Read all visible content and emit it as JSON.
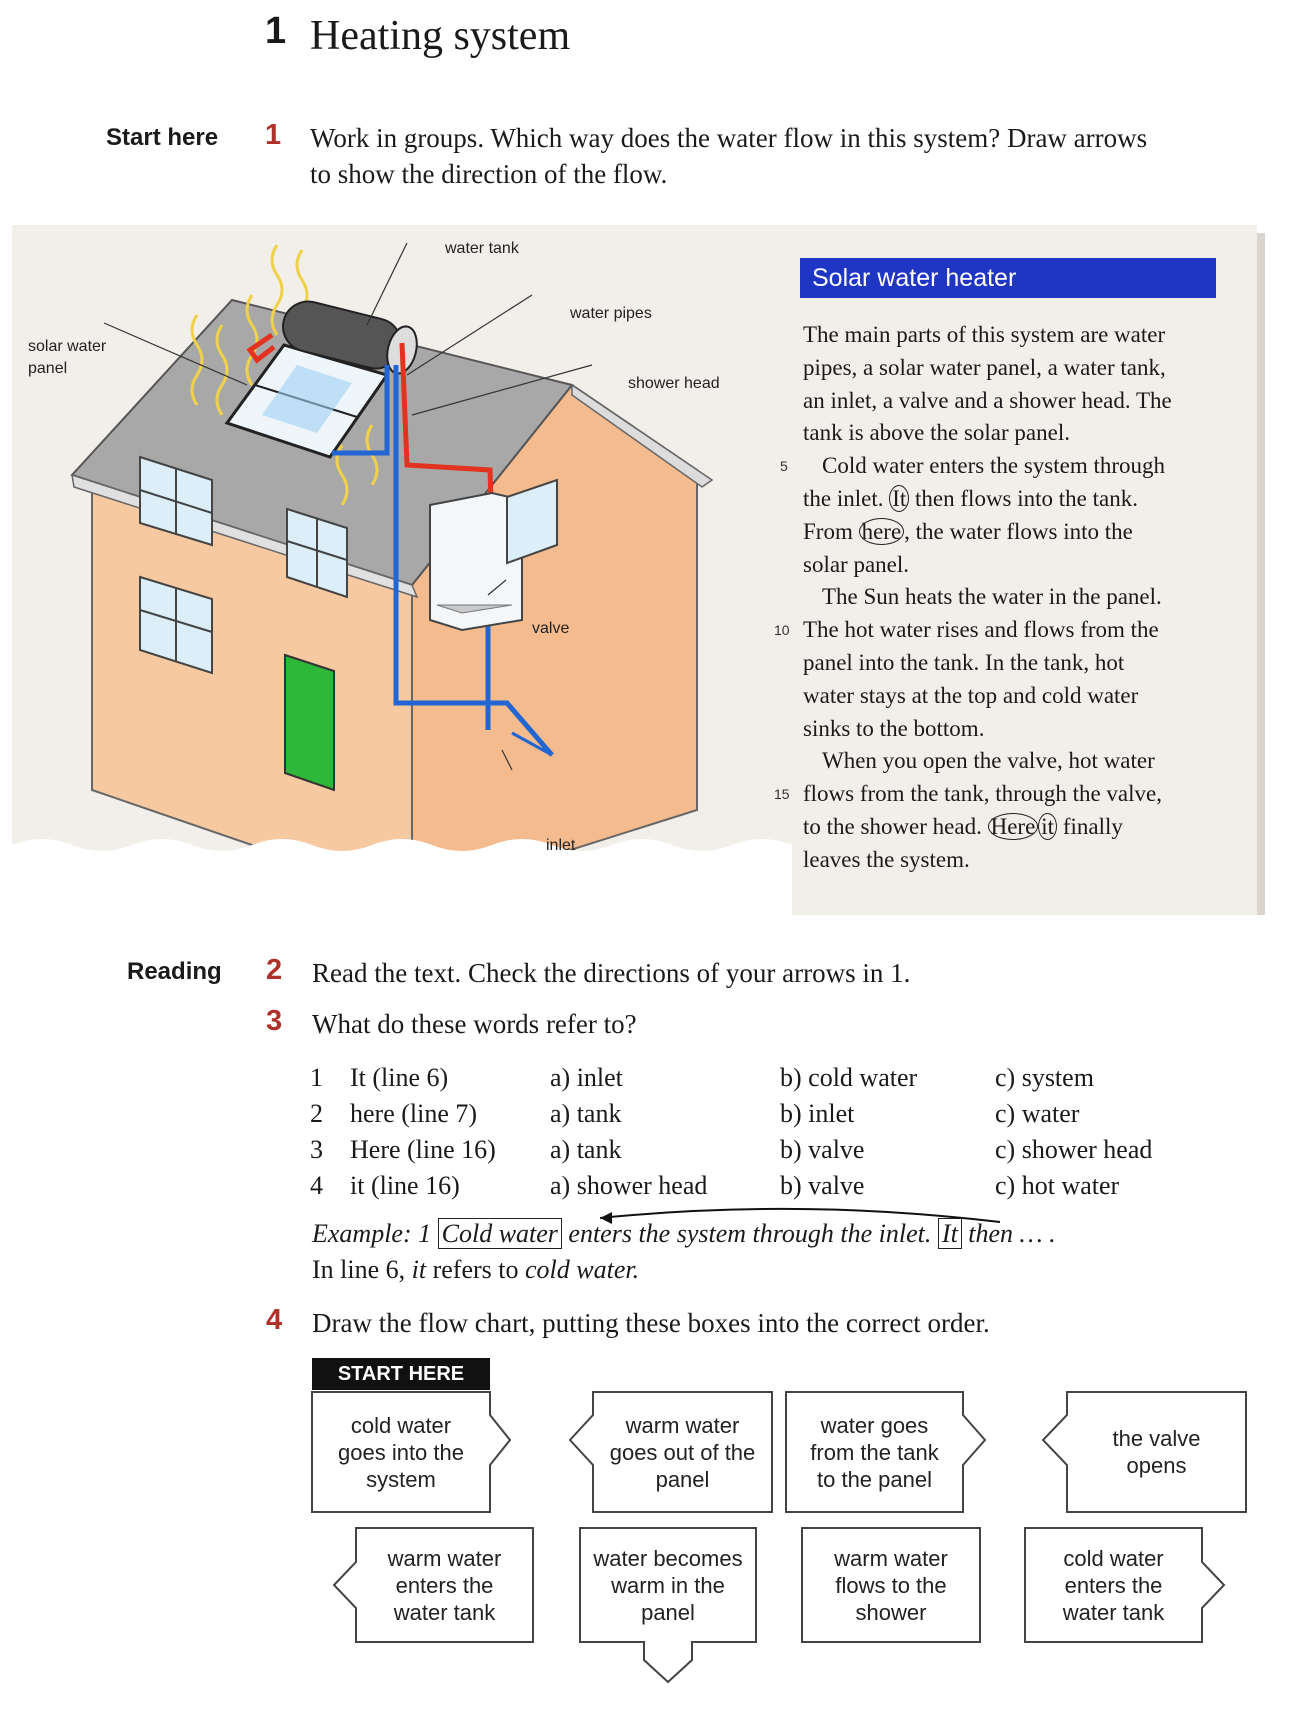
{
  "unit": {
    "number": "1",
    "title": "Heating system"
  },
  "sections": {
    "start_here": "Start here",
    "reading": "Reading"
  },
  "q1": {
    "num": "1",
    "line1": "Work in groups. Which way does the water flow in this system? Draw arrows",
    "line2": "to show the direction of the flow."
  },
  "diagram_labels": {
    "water_tank": "water tank",
    "water_pipes": "water pipes",
    "shower_head": "shower head",
    "solar_panel_1": "solar water",
    "solar_panel_2": "panel",
    "valve": "valve",
    "inlet": "inlet"
  },
  "reading_box": {
    "heading": "Solar water heater",
    "lines": [
      {
        "no": "",
        "text": "The main parts of this system are water"
      },
      {
        "no": "",
        "text": "pipes, a solar water panel, a water tank,"
      },
      {
        "no": "",
        "text": "an inlet, a valve and a shower head. The"
      },
      {
        "no": "",
        "text": "tank is above the solar panel."
      },
      {
        "no": "5",
        "text": "Cold water enters the system through"
      },
      {
        "no": "",
        "pre": "the inlet. ",
        "c1": "It",
        "post": " then flows into the tank."
      },
      {
        "no": "",
        "pre": "From ",
        "c1": "here",
        "post": ", the water flows into the"
      },
      {
        "no": "",
        "text": "solar panel."
      },
      {
        "no": "",
        "text": "The Sun heats the water in the panel."
      },
      {
        "no": "10",
        "text": "The hot water rises and flows from the"
      },
      {
        "no": "",
        "text": "panel into the tank. In the tank, hot"
      },
      {
        "no": "",
        "text": "water stays at the top and cold water"
      },
      {
        "no": "",
        "text": "sinks to the bottom."
      },
      {
        "no": "",
        "text": "When you open the valve, hot water"
      },
      {
        "no": "15",
        "text": "flows from the tank, through the valve,"
      },
      {
        "no": "",
        "pre": "to the shower head. ",
        "c1": "Here",
        "c2": "it",
        "post": " finally"
      },
      {
        "no": "",
        "text": "leaves the system."
      }
    ]
  },
  "q2": {
    "num": "2",
    "text": "Read the text. Check the directions of your arrows in 1."
  },
  "q3": {
    "num": "3",
    "text": "What do these words refer to?"
  },
  "q3_table": [
    {
      "n": "1",
      "w": "It (line 6)",
      "a": "a) inlet",
      "b": "b) cold water",
      "c": "c) system"
    },
    {
      "n": "2",
      "w": "here (line 7)",
      "a": "a) tank",
      "b": "b) inlet",
      "c": "c) water"
    },
    {
      "n": "3",
      "w": "Here (line 16)",
      "a": "a) tank",
      "b": "b) valve",
      "c": "c) shower head"
    },
    {
      "n": "4",
      "w": "it (line 16)",
      "a": "a) shower head",
      "b": "b) valve",
      "c": "c) hot water"
    }
  ],
  "example": {
    "lead": "Example: 1 ",
    "boxed1": "Cold water",
    "mid": " enters the system through the inlet. ",
    "boxed2": "It",
    "tail": " then … .",
    "line2_a": "In line 6, ",
    "line2_b": "it",
    "line2_c": " refers to ",
    "line2_d": "cold water."
  },
  "q4": {
    "num": "4",
    "text": "Draw the flow chart, putting these boxes into the correct order."
  },
  "flow": {
    "start_label": "START HERE",
    "row1": [
      {
        "l1": "cold water",
        "l2": "goes into the",
        "l3": "system"
      },
      {
        "l1": "warm water",
        "l2": "goes out of the",
        "l3": "panel"
      },
      {
        "l1": "water goes",
        "l2": "from the tank",
        "l3": "to the panel"
      },
      {
        "l1": "the valve",
        "l2": "opens",
        "l3": ""
      }
    ],
    "row2": [
      {
        "l1": "warm water",
        "l2": "enters the",
        "l3": "water tank"
      },
      {
        "l1": "water becomes",
        "l2": "warm in the",
        "l3": "panel"
      },
      {
        "l1": "warm water",
        "l2": "flows to the",
        "l3": "shower"
      },
      {
        "l1": "cold water",
        "l2": "enters the",
        "l3": "water tank"
      }
    ]
  },
  "colors": {
    "heading_blue": "#1f36c4",
    "number_red": "#b0302a",
    "hot_pipe": "#e3321f",
    "cold_pipe": "#2266d4",
    "door": "#2db83a",
    "wall": "#f7c9a1"
  }
}
